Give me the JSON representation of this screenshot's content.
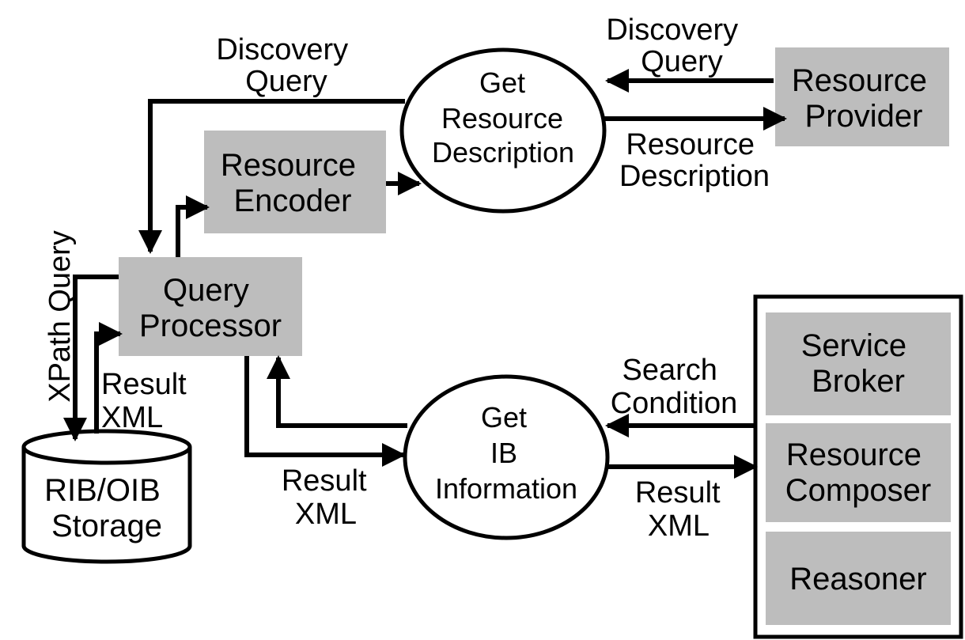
{
  "nodes": {
    "get_resource_description": [
      "Get",
      "Resource",
      "Description"
    ],
    "resource_provider": [
      "Resource",
      "Provider"
    ],
    "resource_encoder": [
      "Resource",
      "Encoder"
    ],
    "query_processor": [
      "Query",
      "Processor"
    ],
    "get_ib_information": [
      "Get",
      "IB",
      "Information"
    ],
    "storage": [
      "RIB/OIB",
      "Storage"
    ],
    "service_broker": [
      "Service",
      "Broker"
    ],
    "resource_composer": [
      "Resource",
      "Composer"
    ],
    "reasoner": [
      "Reasoner"
    ]
  },
  "edge_labels": {
    "discovery_query_left": [
      "Discovery",
      "Query"
    ],
    "discovery_query_right": [
      "Discovery",
      "Query"
    ],
    "resource_description": [
      "Resource",
      "Description"
    ],
    "xpath_query": "XPath Query",
    "result_xml_storage": [
      "Result",
      "XML"
    ],
    "result_xml_bottom": [
      "Result",
      "XML"
    ],
    "search_condition": [
      "Search",
      "Condition"
    ],
    "result_xml_right": [
      "Result",
      "XML"
    ]
  },
  "colors": {
    "box_fill": "#bdbdbd",
    "line": "#000000",
    "background": "#ffffff"
  }
}
